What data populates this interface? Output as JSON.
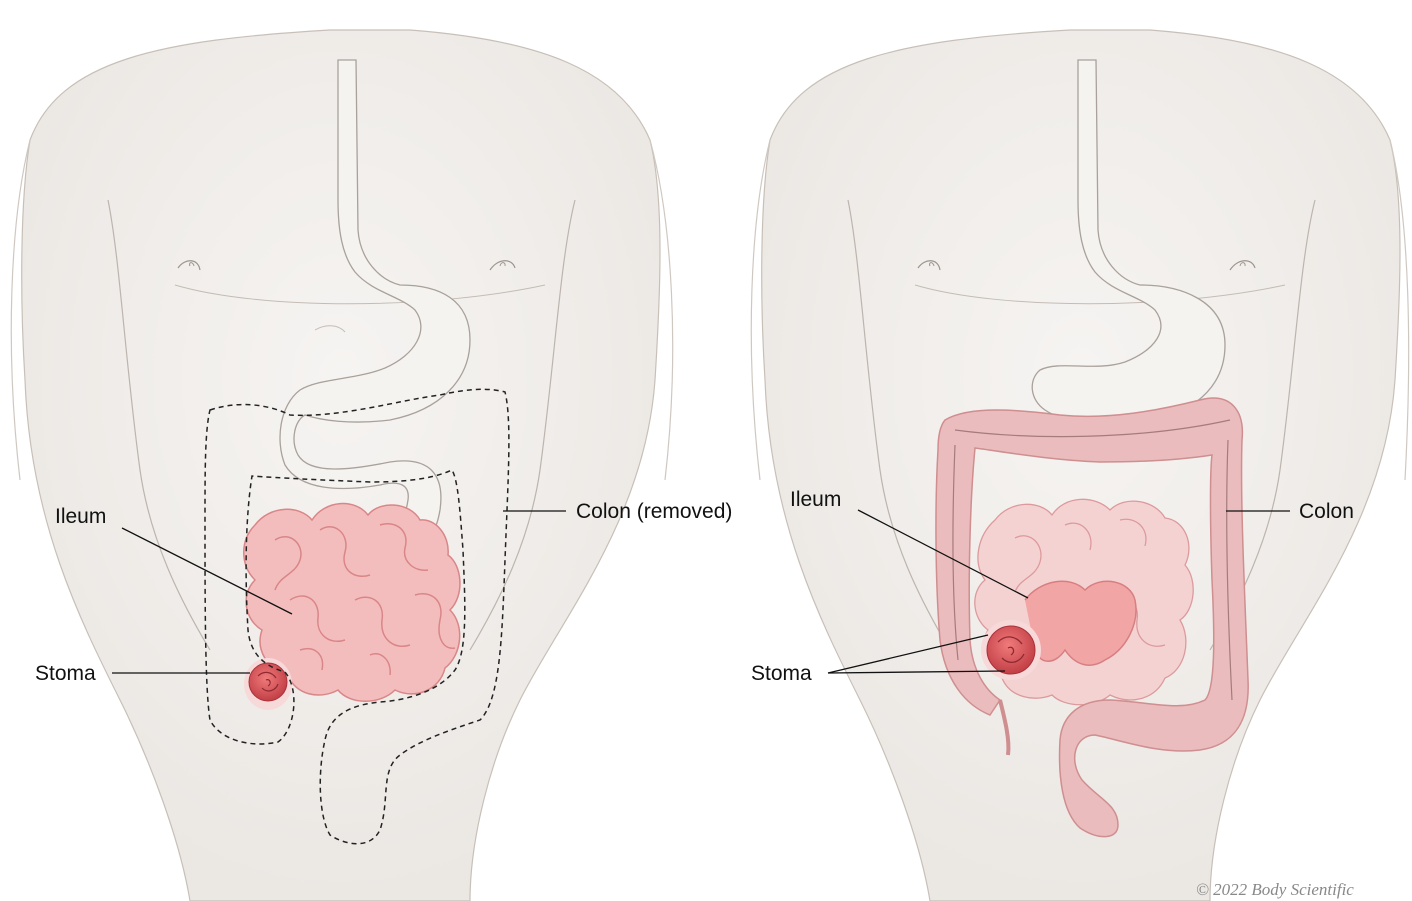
{
  "left_panel": {
    "labels": {
      "ileum": "Ileum",
      "stoma": "Stoma",
      "colon": "Colon (removed)"
    }
  },
  "right_panel": {
    "labels": {
      "ileum": "Ileum",
      "stoma": "Stoma",
      "colon": "Colon"
    }
  },
  "copyright": "© 2022 Body Scientific",
  "colors": {
    "skin_outline": "#b8b0a8",
    "skin_fill": "#f4f2ef",
    "stomach_fill": "#f3f1ee",
    "intestine_fill": "#f2b3b3",
    "intestine_stroke": "#d77f80",
    "stoma_fill": "#d9474d",
    "colon_fill": "#ebbcbd",
    "leader_line": "#111111"
  }
}
